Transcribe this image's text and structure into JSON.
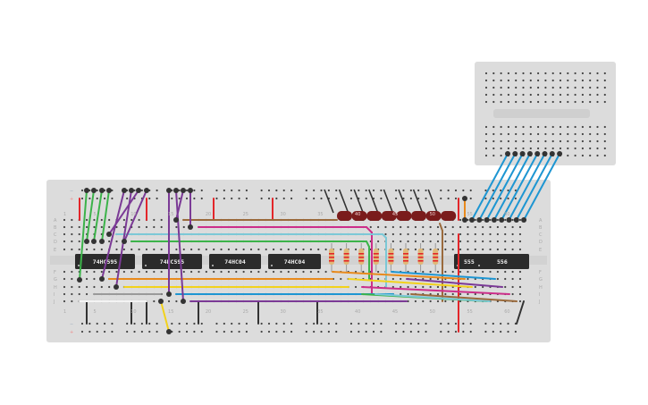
{
  "main_breadboard": {
    "row_letters_top": [
      "A",
      "B",
      "C",
      "D",
      "E"
    ],
    "row_letters_bottom": [
      "F",
      "G",
      "H",
      "I",
      "J"
    ],
    "column_numbers": [
      "1",
      "5",
      "10",
      "15",
      "20",
      "25",
      "30",
      "35",
      "40",
      "45",
      "50",
      "55",
      "60"
    ],
    "rail_signs": {
      "minus": "−",
      "plus": "+"
    }
  },
  "chips": [
    {
      "label": "74HC595"
    },
    {
      "label": "74HC595"
    },
    {
      "label": "74HC04"
    },
    {
      "label": "74HC04"
    },
    {
      "label": "555",
      "label2": "556"
    }
  ],
  "components": {
    "led_bar_segments": 8,
    "resistors": 8
  },
  "colors": {
    "board": "#dcdcdc",
    "chip": "#2b2b2b",
    "led": "#7a1c1c",
    "green": "#3cb34a",
    "purple": "#7b3a96",
    "red": "#e3262a",
    "blue": "#1e96d2",
    "cyan": "#7cc8d6",
    "pink": "#cc2e8a",
    "orange": "#e88a1c",
    "yellow": "#f2d21c",
    "brown": "#9a6a3c",
    "gray": "#9a9a9a",
    "black": "#333333"
  }
}
